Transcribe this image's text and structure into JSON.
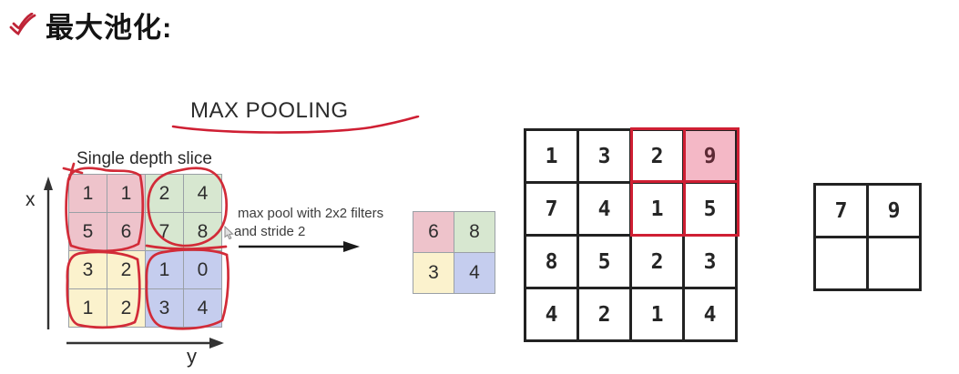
{
  "header": {
    "icon": "double-checkmark",
    "title": "最大池化:"
  },
  "diagram": {
    "title": "MAX POOLING",
    "input_label": "Single depth slice",
    "x_axis_label": "x",
    "y_axis_label": "y",
    "op_text_line1": "max pool with 2x2 filters",
    "op_text_line2": "and stride 2",
    "input_grid": {
      "rows": [
        [
          "1",
          "1",
          "2",
          "4"
        ],
        [
          "5",
          "6",
          "7",
          "8"
        ],
        [
          "3",
          "2",
          "1",
          "0"
        ],
        [
          "1",
          "2",
          "3",
          "4"
        ]
      ]
    },
    "result_grid": {
      "rows": [
        [
          "6",
          "8"
        ],
        [
          "3",
          "4"
        ]
      ]
    },
    "example_grid": {
      "rows": [
        [
          "1",
          "3",
          "2",
          "9"
        ],
        [
          "7",
          "4",
          "1",
          "5"
        ],
        [
          "8",
          "5",
          "2",
          "3"
        ],
        [
          "4",
          "2",
          "1",
          "4"
        ]
      ],
      "highlighted_cell": "9",
      "highlighted_window": [
        "2",
        "9",
        "1",
        "5"
      ]
    },
    "answer_grid": {
      "rows": [
        [
          "7",
          "9"
        ],
        [
          "",
          ""
        ]
      ]
    },
    "colors": {
      "quadrant_pink": "#eec3cb",
      "quadrant_green": "#d7e7d0",
      "quadrant_yellow": "#fbf2cd",
      "quadrant_blue": "#c5cdee",
      "highlight_pink": "#f4b8c6",
      "annotation_red": "#cf1f33"
    }
  }
}
